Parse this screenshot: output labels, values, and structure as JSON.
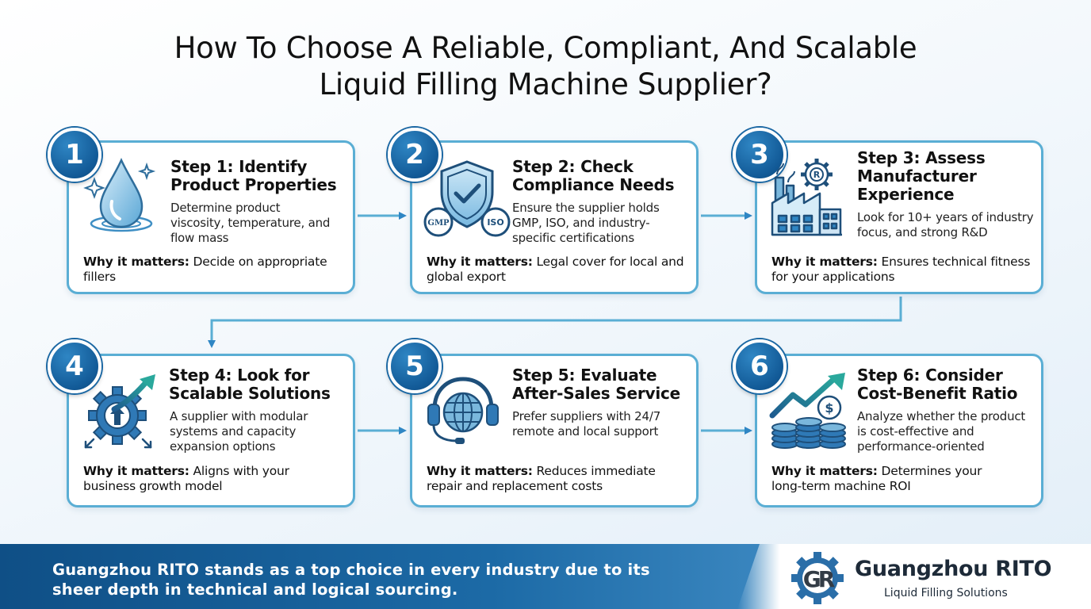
{
  "title": {
    "line1": "How To Choose A Reliable, Compliant, And Scalable",
    "line2": "Liquid Filling Machine Supplier?"
  },
  "steps": [
    {
      "number": "1",
      "title_lines": [
        "Step 1: Identify",
        "Product Properties"
      ],
      "desc_lines": [
        "Determine product",
        "viscosity, temperature, and",
        "flow mass"
      ],
      "why_label": "Why it matters:",
      "why_lines": [
        " Decide on appropriate",
        "fillers"
      ],
      "icon": "water-drop-icon"
    },
    {
      "number": "2",
      "title_lines": [
        "Step 2: Check",
        "Compliance Needs"
      ],
      "desc_lines": [
        "Ensure the supplier holds",
        "GMP, ISO, and industry-",
        "specific certifications"
      ],
      "why_label": "Why it matters:",
      "why_lines": [
        " Legal cover for local and",
        "global export"
      ],
      "icon": "shield-check-icon",
      "badges": [
        "GMP",
        "ISO"
      ]
    },
    {
      "number": "3",
      "title_lines": [
        "Step 3: Assess",
        "Manufacturer",
        "Experience"
      ],
      "desc_lines": [
        "Look for 10+ years of industry",
        "focus, and strong R&D"
      ],
      "why_label": "Why it matters:",
      "why_lines": [
        " Ensures technical fitness",
        "for your applications"
      ],
      "icon": "factory-icon",
      "gear_letter": "R"
    },
    {
      "number": "4",
      "title_lines": [
        "Step 4: Look for",
        "Scalable Solutions"
      ],
      "desc_lines": [
        "A supplier with modular",
        "systems and capacity",
        "expansion options"
      ],
      "why_label": "Why it matters:",
      "why_lines": [
        " Aligns with your",
        "business growth model"
      ],
      "icon": "gear-growth-icon"
    },
    {
      "number": "5",
      "title_lines": [
        "Step 5: Evaluate",
        "After-Sales Service"
      ],
      "desc_lines": [
        "Prefer suppliers with 24/7",
        "remote and local support"
      ],
      "why_label": "Why it matters:",
      "why_lines": [
        " Reduces immediate",
        "repair and replacement costs"
      ],
      "icon": "headset-globe-icon"
    },
    {
      "number": "6",
      "title_lines": [
        "Step 6: Consider",
        "Cost-Benefit Ratio"
      ],
      "desc_lines": [
        "Analyze whether the product",
        "is cost-effective and",
        "performance-oriented"
      ],
      "why_label": "Why it matters:",
      "why_lines": [
        " Determines your",
        "long-term machine ROI"
      ],
      "icon": "coins-growth-icon",
      "coin_symbol": "$"
    }
  ],
  "footer": {
    "line1": "Guangzhou RITO stands as a top choice in every industry due to its",
    "line2": "sheer depth in technical and logical sourcing."
  },
  "brand": {
    "name": "Guangzhou RITO",
    "tagline": "Liquid Filling Solutions",
    "logo_letters": "GR",
    "logo_icon": "gear-logo-icon"
  },
  "colors": {
    "navy": "#0f4f86",
    "accent": "#5aaed4",
    "icon_blue": "#1e6fb0"
  }
}
